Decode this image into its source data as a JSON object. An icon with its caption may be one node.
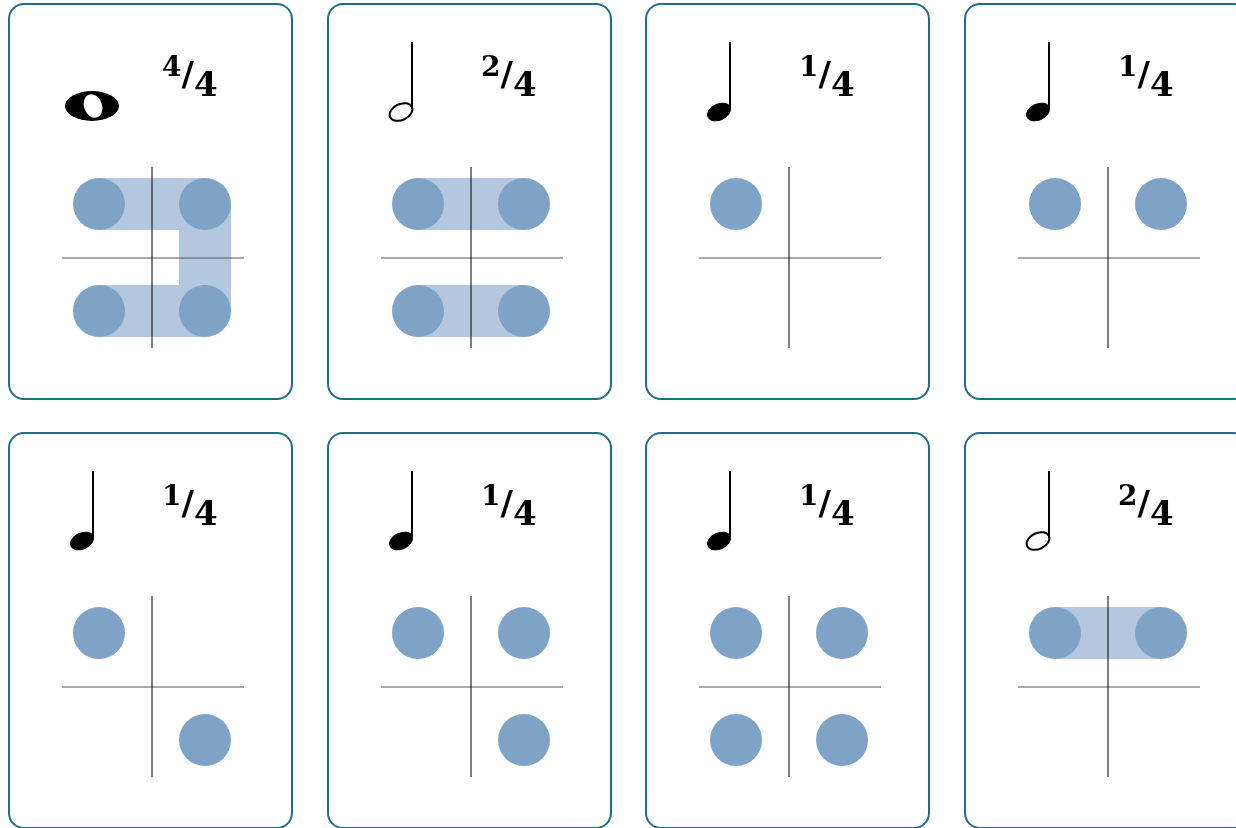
{
  "diagram": {
    "nodes": [
      {
        "text": [
          "$^{4}$/$_{4}$"
        ]
      },
      {
        "text": [],
        "shape": "circle",
        "in": 0
      },
      {
        "text": [],
        "shape": "circle",
        "in": 0
      },
      {
        "text": [],
        "shape": "circle",
        "in": 0
      },
      {
        "text": [],
        "shape": "circle",
        "in": 0
      },
      {
        "text": [
          "$^{2}$/$_{4}$"
        ]
      },
      {
        "text": [],
        "shape": "circle",
        "in": 5
      },
      {
        "text": [],
        "shape": "circle",
        "in": 5
      },
      {
        "text": [],
        "shape": "circle",
        "in": 5
      },
      {
        "text": [],
        "shape": "circle",
        "in": 5
      },
      {
        "text": [
          "$^{1}$/$_{4}$"
        ]
      },
      {
        "text": [],
        "shape": "circle",
        "in": 10
      },
      {
        "text": [
          "$^{1}$/$_{4}$"
        ]
      },
      {
        "text": [],
        "shape": "circle",
        "in": 12
      },
      {
        "text": [],
        "shape": "circle",
        "in": 12
      },
      {
        "text": [
          "$^{1}$/$_{4}$"
        ]
      },
      {
        "text": [],
        "shape": "circle",
        "in": 15
      },
      {
        "text": [],
        "shape": "circle",
        "in": 15
      },
      {
        "text": [
          "$^{1}$/$_{4}$"
        ]
      },
      {
        "text": [],
        "shape": "circle",
        "in": 18
      },
      {
        "text": [],
        "shape": "circle",
        "in": 18
      },
      {
        "text": [],
        "shape": "circle",
        "in": 18
      },
      {
        "text": [
          "$^{1}$/$_{4}$"
        ]
      },
      {
        "text": [],
        "shape": "circle",
        "in": 22
      },
      {
        "text": [],
        "shape": "circle",
        "in": 22
      },
      {
        "text": [],
        "shape": "circle",
        "in": 22
      },
      {
        "text": [],
        "shape": "circle",
        "in": 22
      },
      {
        "text": [
          "$^{2}$/$_{4}$"
        ]
      },
      {
        "text": [],
        "shape": "circle",
        "in": 27
      },
      {
        "text": [],
        "shape": "circle",
        "in": 27
      }
    ],
    "edges": [
      {
        "from": 1,
        "to": 2,
        "arrow": "none"
      },
      {
        "from": 2,
        "to": 4,
        "arrow": "none"
      },
      {
        "from": 3,
        "to": 4,
        "arrow": "none"
      },
      {
        "from": 6,
        "to": 7,
        "arrow": "none"
      },
      {
        "from": 8,
        "to": 9,
        "arrow": "none"
      },
      {
        "from": 28,
        "to": 29,
        "arrow": "none"
      }
    ]
  }
}
